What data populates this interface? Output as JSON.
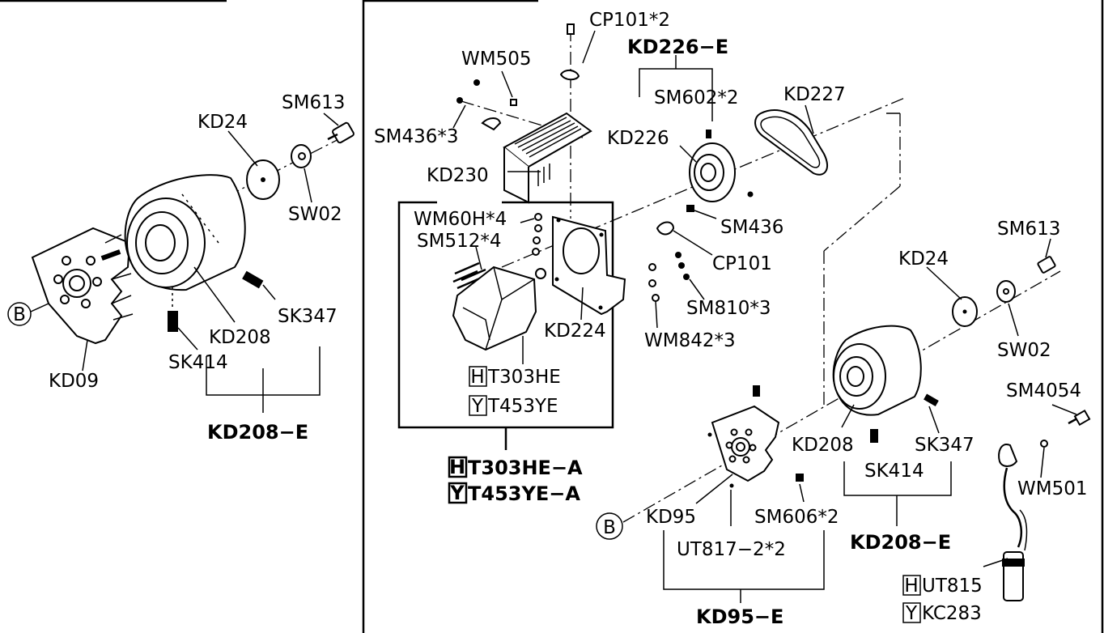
{
  "left_panel": {
    "marker": "B",
    "labels": {
      "kd24": "KD24",
      "sm613": "SM613",
      "sw02": "SW02",
      "sk347": "SK347",
      "kd208": "KD208",
      "sk414": "SK414",
      "kd09": "KD09"
    },
    "assembly": "KD208−E"
  },
  "right_panel": {
    "labels": {
      "cp101_2": "CP101*2",
      "wm505": "WM505",
      "sm436_3": "SM436*3",
      "kd230": "KD230",
      "wm60h_4": "WM60H*4",
      "sm512_4": "SM512*4",
      "kd224": "KD224",
      "t303he": "T303HE",
      "t453ye": "T453YE",
      "sm602_2": "SM602*2",
      "kd226": "KD226",
      "kd227": "KD227",
      "sm436": "SM436",
      "cp101": "CP101",
      "sm810_3": "SM810*3",
      "wm842_3": "WM842*3",
      "sm613": "SM613",
      "kd24": "KD24",
      "sw02": "SW02",
      "sm4054": "SM4054",
      "wm501": "WM501",
      "kd208": "KD208",
      "sk347": "SK347",
      "sk414": "SK414",
      "kd95": "KD95",
      "sm606_2": "SM606*2",
      "ut817_2_2": "UT817−2*2",
      "ut815": "UT815",
      "kc283": "KC283"
    },
    "box_tags": {
      "h": "H",
      "y": "Y"
    },
    "assemblies": {
      "kd226_e": "KD226−E",
      "t303he_a": "T303HE−A",
      "t453ye_a": "T453YE−A",
      "kd208_e": "KD208−E",
      "kd95_e": "KD95−E"
    },
    "marker": "B"
  }
}
